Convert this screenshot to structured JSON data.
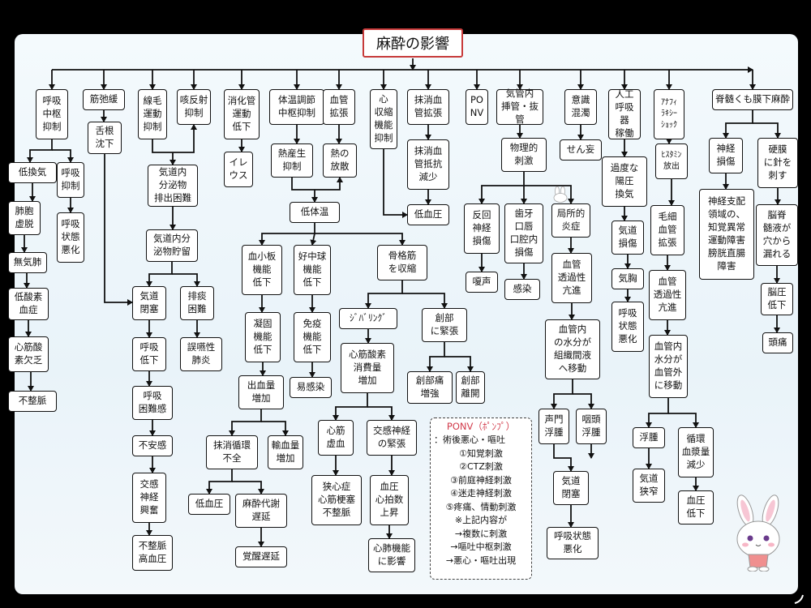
{
  "title": "麻酔の影響",
  "nodes": {
    "kokyu": "呼吸\n中枢\n抑制",
    "teikanki": "低換気",
    "haikyodatsu": "肺胞\n虚脱",
    "mukihai": "無気肺",
    "teisanso": "低酸素\n血症",
    "shinkinsanso": "心筋酸\n素欠乏",
    "fuseimyaku1": "不整脈",
    "kokyuyokusei": "呼吸\n抑制",
    "kokyujotai": "呼吸\n状態\n悪化",
    "kinshikan": "筋弛緩",
    "zekkon": "舌根\n沈下",
    "senmo": "線毛\n運動\n抑制",
    "koshiha": "咳反射\n抑制",
    "kidonaibunpitsu": "気道内\n分泌物\n排出困難",
    "kidochoryu": "気道内分\n泌物貯留",
    "kidoheisoku": "気道\n閉塞",
    "haitan": "排痰\n困難",
    "gokaen": "誤嚥性\n肺炎",
    "kokyuteika": "呼吸\n低下",
    "kokyukonnan": "呼吸\n困難感",
    "fuankan": "不安感",
    "koukan": "交感\n神経\n興奮",
    "fuseikoketsu": "不整脈\n高血圧",
    "shoka": "消化管\n運動\n低下",
    "ireusu": "イレ\nウス",
    "taion": "体温調節\n中枢抑制",
    "netsusan": "熱産生\n抑制",
    "kekkan": "血管\n拡張",
    "netsuhosan": "熱の\n放散",
    "teitaion": "低体温",
    "kesshoban": "血小板\n機能\n低下",
    "gyoko": "凝固\n機能\n低下",
    "shukketsu": "出血量\n増加",
    "masshojunkan": "抹消循環\n不全",
    "teiketsuatsu1": "低血圧",
    "masuitaisha": "麻酔代謝\n遅延",
    "kakusei": "覚醒遅延",
    "yuketsu": "輸血量\n増加",
    "kochukyu": "好中球\n機能\n低下",
    "meneki": "免疫\n機能\n低下",
    "ikansen": "易感染",
    "kokkakukin": "骨格筋\nを収縮",
    "shivering": "ｼﾞﾊﾞﾘﾝｸﾞ",
    "shinkinsansoshohi": "心筋酸素\n消費量\n増加",
    "kyoketsu": "心筋\n虚血",
    "kyoshinsho": "狭心症\n心筋梗塞\n不整脈",
    "kokankincho": "交感神経\nの緊張",
    "ketsuatsushinpaku": "血圧\n心拍数\n上昇",
    "shinpai": "心肺機能\nに影響",
    "sobu": "創部\nに緊張",
    "sobutsu": "創部痛\n増強",
    "sobuhikai": "創部\n離開",
    "shinshukusei": "心\n収縮\n機能\n抑制",
    "masshokekkan": "抹消血\n管拡張",
    "masshoteiko": "抹消血\n管抵抗\n減少",
    "teiketsuatsu2": "低血圧",
    "ponv": "PO\nNV",
    "kikannai": "気管内\n挿管・抜管",
    "butsuri": "物理的\n刺激",
    "hanpuku": "反回\n神経\n損傷",
    "sasei": "嗄声",
    "shiga": "歯牙\n口唇\n口腔内\n損傷",
    "kansen": "感染",
    "kyokusho": "局所的\n炎症",
    "kekkantoka1": "血管\n透過性\n亢進",
    "kekkannai1": "血管内\nの水分が\n組織間液\nへ移動",
    "seimon": "声門\n浮腫",
    "intou": "咽頭\n浮腫",
    "kidoheisoku2": "気道\n閉塞",
    "kokyujotai2": "呼吸状態\n悪化",
    "ishiki": "意識\n混濁",
    "senmo2": "せん妄",
    "jinko": "人工\n呼吸器\n稼働",
    "kadoyoatsu": "過度な\n陽圧\n換気",
    "kidosonsho": "気道\n損傷",
    "kikyo": "気胸",
    "kokyujotai3": "呼吸\n状態\n悪化",
    "anaphylaxis": "ｱﾅﾌｨ\nﾗｷｼｰ\nｼｮｯｸ",
    "histamine": "ﾋｽﾀﾐﾝ\n放出",
    "moisai": "毛細\n血管\n拡張",
    "kekkantoka2": "血管\n透過性\n亢進",
    "kekkannai2": "血管内\n水分が\n血管外\nに移動",
    "fushu": "浮腫",
    "kidokyosaku": "気道\n狭窄",
    "junkan": "循環\n血漿量\n減少",
    "ketsuatsuteika": "血圧\n低下",
    "sekizui": "脊髄くも膜下麻酔",
    "shinkei": "神経\n損傷",
    "shinkeishihai": "神経支配\n領域の、\n知覚異常\n運動障害\n膀胱直腸\n障害",
    "komaku": "硬膜\nに針を\n刺す",
    "noseki": "脳脊\n髄液が\n穴から\n漏れる",
    "noatsu": "脳圧\n低下",
    "zutsu": "頭痛"
  },
  "ponv_box": {
    "heading": "PONV（ﾎﾟﾝﾌﾟ）",
    "lines": [
      "：術後悪心・嘔吐",
      "①知覚刺激",
      "②CTZ刺激",
      "③前庭神経刺激",
      "④迷走神経刺激",
      "⑤疼痛、情動刺激",
      "※上記内容が",
      "→複数に刺激",
      "→嘔吐中枢刺激",
      "→悪心・嘔吐出現"
    ]
  },
  "colors": {
    "background": "#000000",
    "panel": "#eef6fa",
    "title_border": "#c73a3a",
    "ponv_heading": "#d23b4b"
  }
}
